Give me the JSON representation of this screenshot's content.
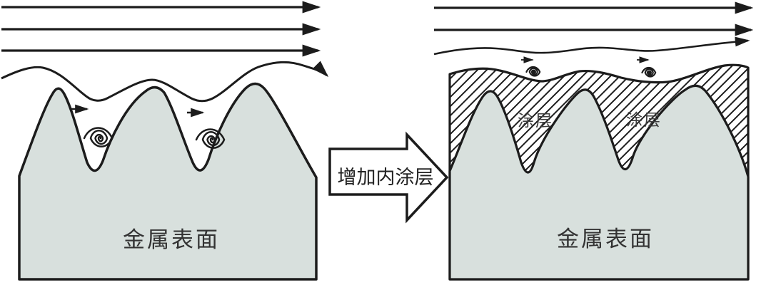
{
  "diagram": {
    "left_panel": {
      "surface_label": "金属表面"
    },
    "transition_arrow": {
      "label": "增加内涂层"
    },
    "right_panel": {
      "surface_label": "金属表面",
      "coating_label_1": "涂层",
      "coating_label_2": "涂层"
    }
  },
  "colors": {
    "background": "#ffffff",
    "metal_fill": "#d8e0dd",
    "outline": "#1c1c1c",
    "label_text": "#333333"
  }
}
